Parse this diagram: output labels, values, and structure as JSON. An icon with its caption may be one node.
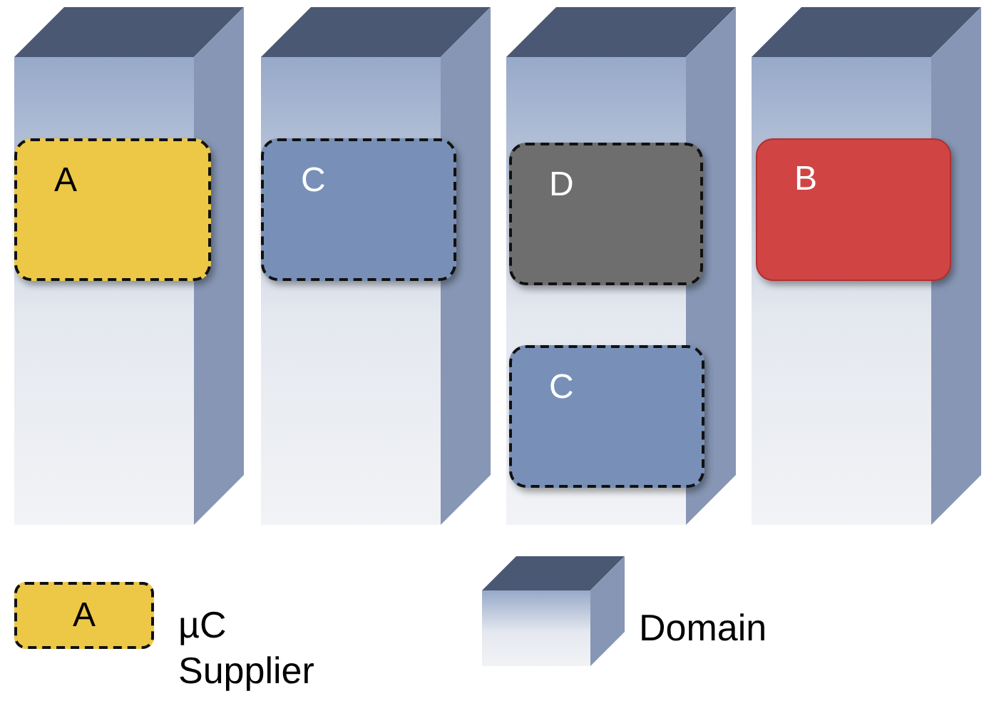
{
  "diagram": {
    "nodes": [
      {
        "text": [],
        "shape": "box"
      },
      {
        "text": [],
        "shape": "box"
      },
      {
        "text": [],
        "shape": "box"
      },
      {
        "text": [],
        "shape": "box"
      },
      {
        "text": [
          "A"
        ],
        "in": 0
      },
      {
        "text": [
          "C"
        ],
        "in": 1
      },
      {
        "text": [
          "D"
        ],
        "in": 2
      },
      {
        "text": [
          "C"
        ],
        "in": 2
      },
      {
        "text": [
          "B"
        ],
        "in": 3
      }
    ],
    "edges": [],
    "labels": [
      "A"
    ],
    "legend": [
      {
        "text": "µC Supplier"
      },
      {
        "text": "Domain"
      }
    ]
  }
}
